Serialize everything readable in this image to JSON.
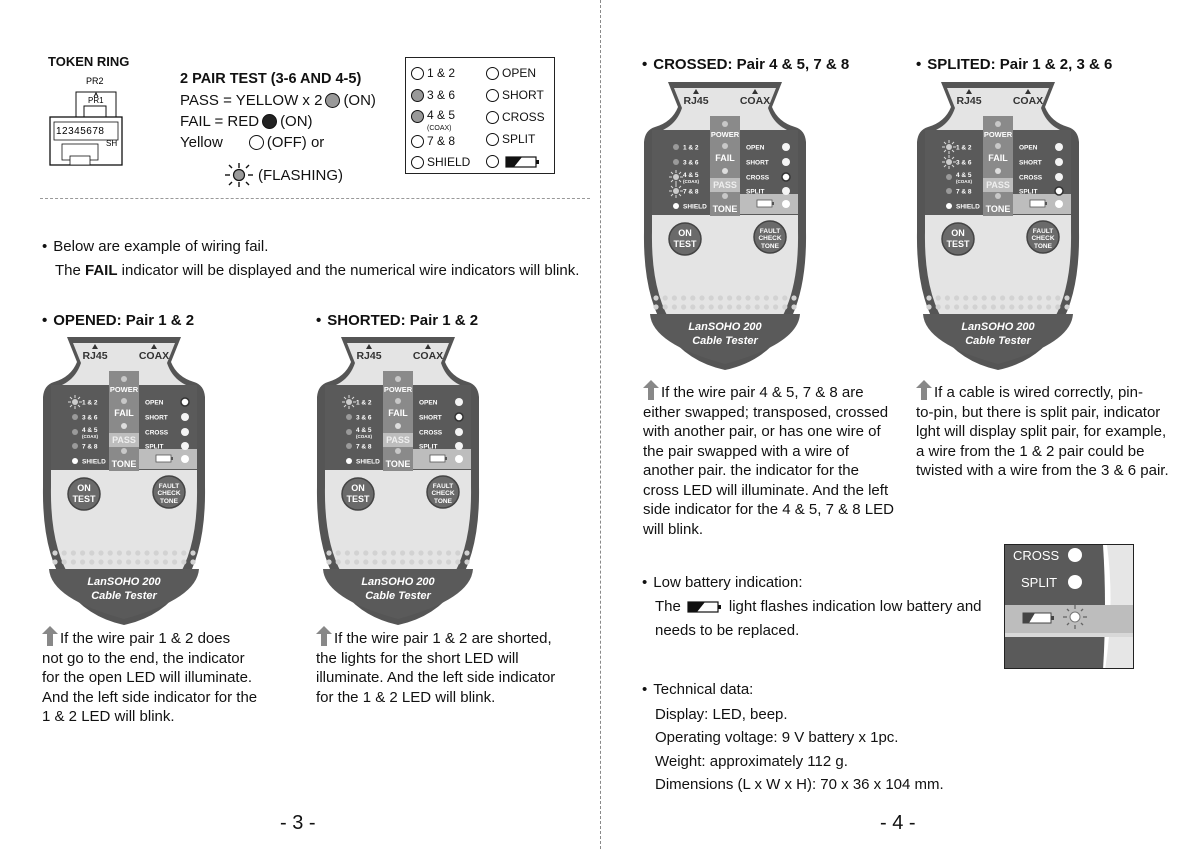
{
  "left_page": {
    "token_ring": {
      "heading": "TOKEN RING",
      "pr2": "PR2",
      "pr1": "PR1",
      "pins": "12345678",
      "sh": "SH"
    },
    "pair_test": {
      "title": "2 PAIR TEST (3-6 AND 4-5)",
      "pass_line": "PASS = YELLOW x 2",
      "fail_line": "FAIL = RED",
      "on": "(ON)",
      "yellow": "Yellow",
      "off_or": "(OFF) or",
      "flashing": "(FLASHING)"
    },
    "legend": {
      "left": [
        "1 & 2",
        "3 & 6",
        "4 & 5",
        "7 & 8",
        "SHIELD"
      ],
      "coax_sub": "(COAX)",
      "right": [
        "OPEN",
        "SHORT",
        "CROSS",
        "SPLIT"
      ]
    },
    "intro_line1": "Below are example of wiring fail.",
    "intro_line2_pre": "The ",
    "intro_line2_bold": "FAIL",
    "intro_line2_post": " indicator will be displayed and the numerical wire indicators will blink.",
    "opened": {
      "title": "OPENED: Pair 1 & 2",
      "desc": [
        "If the wire pair 1 & 2 does",
        "not go to the end, the indicator",
        "for the open LED will illuminate.",
        "And the left side indicator for the",
        "1 & 2 LED will blink."
      ]
    },
    "shorted": {
      "title": "SHORTED: Pair 1 & 2",
      "desc": [
        "If the wire pair 1 & 2 are shorted,",
        "the lights for the short LED will",
        "illuminate. And the left side indicator",
        "for the 1 & 2 LED will blink."
      ]
    },
    "page_number": "- 3 -"
  },
  "right_page": {
    "crossed": {
      "title": "CROSSED: Pair 4 & 5, 7 & 8",
      "desc": [
        "If the wire pair 4 & 5, 7 & 8 are",
        "either swapped; transposed, crossed",
        "with another pair, or has one wire of",
        "the pair swapped with a wire of",
        "another pair. the indicator for the",
        "cross LED will illuminate. And the left",
        "side indicator for the 4 & 5, 7 & 8 LED",
        "will blink."
      ]
    },
    "splited": {
      "title": "SPLITED: Pair 1 & 2, 3 & 6",
      "desc": [
        "If a cable is wired correctly, pin-",
        "to-pin, but there is split pair, indicator",
        "lght will display split pair, for example,",
        "a wire from the 1 & 2 pair could be",
        "twisted with a wire from the 3 & 6 pair."
      ]
    },
    "low_battery": {
      "title": "Low battery indication:",
      "line1_pre": "The",
      "line1_post": "light flashes indication low battery and",
      "line2": "needs to be replaced.",
      "inset_cross": "CROSS",
      "inset_split": "SPLIT"
    },
    "technical": {
      "title": "Technical data:",
      "lines": [
        "Display: LED, beep.",
        "Operating voltage: 9 V battery x 1pc.",
        "Weight: approximately 112 g.",
        "Dimensions (L x W x H): 70 x 36 x 104 mm."
      ]
    },
    "page_number": "- 4 -"
  },
  "device": {
    "rj45": "RJ45",
    "coax": "COAX",
    "power": "POWER",
    "fail": "FAIL",
    "pass": "PASS",
    "tone": "TONE",
    "left_leds": [
      "1 & 2",
      "3 & 6",
      "4 & 5",
      "7 & 8",
      "SHIELD"
    ],
    "coax_sub": "(COAX)",
    "right_leds": [
      "OPEN",
      "SHORT",
      "CROSS",
      "SPLIT"
    ],
    "on_test": [
      "ON",
      "TEST"
    ],
    "fault_check": [
      "FAULT",
      "CHECK",
      "TONE"
    ],
    "brand": "LanSOHO 200",
    "model": "Cable Tester"
  },
  "colors": {
    "device_body": "#555555",
    "device_face": "#e4e4e4",
    "led_grey": "#9a9a9a"
  }
}
